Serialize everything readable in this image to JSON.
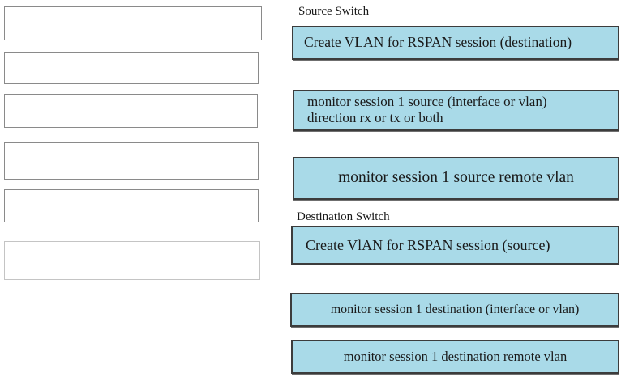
{
  "targets": {
    "slots": [
      "",
      "",
      "",
      "",
      "",
      ""
    ]
  },
  "source_switch": {
    "heading": "Source Switch",
    "cards": [
      "Create VLAN for RSPAN session (destination)",
      "monitor session 1 source (interface or vlan)",
      "direction rx or tx or both",
      "monitor session 1 source remote vlan"
    ]
  },
  "destination_switch": {
    "heading": "Destination Switch",
    "cards": [
      "Create VlAN for RSPAN session (source)",
      "monitor session 1 destination (interface or vlan)",
      "monitor session 1 destination remote vlan"
    ]
  },
  "colors": {
    "card_fill": "#a9dae8",
    "card_border": "#3c3c3c",
    "slot_border": "#8a8a8a"
  }
}
